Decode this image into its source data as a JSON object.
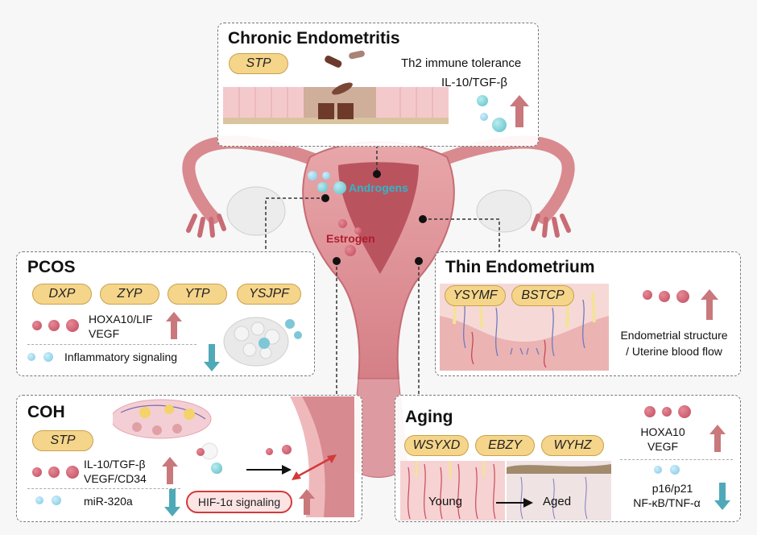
{
  "hormones": {
    "androgens": "Androgens",
    "estrogen": "Estrogen"
  },
  "chronic_endometritis": {
    "title": "Chronic Endometritis",
    "pills": [
      "STP"
    ],
    "lines": [
      "Th2 immune tolerance",
      "IL-10/TGF-β"
    ]
  },
  "pcos": {
    "title": "PCOS",
    "pills": [
      "DXP",
      "ZYP",
      "YTP",
      "YSJPF"
    ],
    "up_lines": [
      "HOXA10/LIF",
      "VEGF"
    ],
    "down_line": "Inflammatory signaling"
  },
  "thin_endometrium": {
    "title": "Thin Endometrium",
    "pills": [
      "YSYMF",
      "BSTCP"
    ],
    "lines": [
      "Endometrial structure",
      "/ Uterine blood flow"
    ]
  },
  "coh": {
    "title": "COH",
    "pills": [
      "STP"
    ],
    "up_lines": [
      "IL-10/TGF-β",
      "VEGF/CD34"
    ],
    "down_line": "miR-320a",
    "hif": "HIF-1α signaling"
  },
  "aging": {
    "title": "Aging",
    "pills": [
      "WSYXD",
      "EBZY",
      "WYHZ"
    ],
    "up_lines": [
      "HOXA10",
      "VEGF"
    ],
    "down_lines": [
      "p16/p21",
      "NF-κB/TNF-α"
    ],
    "young": "Young",
    "aged": "Aged"
  },
  "colors": {
    "uterus": "#d98a8f",
    "endometrium": "#b9545f",
    "up_arrow": "#c9787c",
    "down_arrow": "#4fa9b8",
    "pill_fill": "#f5d58a",
    "estrogen_text": "#b01c2e",
    "androgen_text": "#2fb6c9"
  }
}
